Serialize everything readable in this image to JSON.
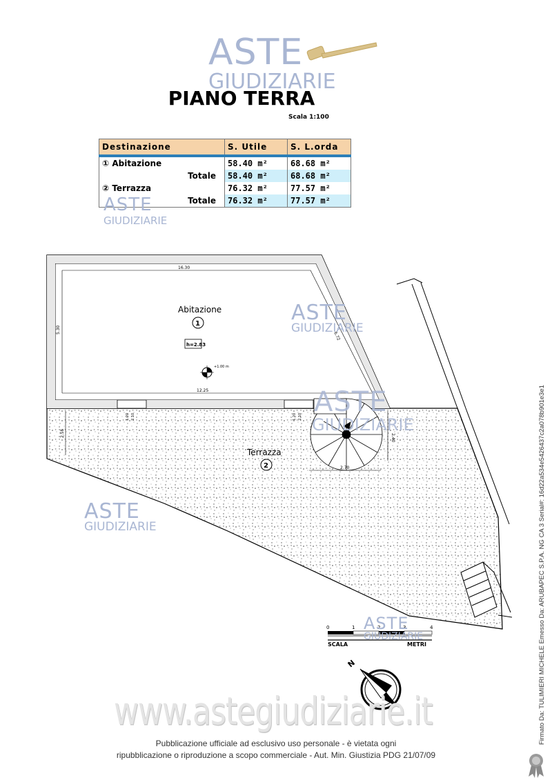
{
  "watermark": {
    "line1": "ASTE",
    "line2": "GIUDIZIARIE",
    "site": "www.astegiudiziarie.it"
  },
  "header": {
    "title": "PIANO TERRA",
    "scale": "Scala 1:100"
  },
  "areas_table": {
    "headers": [
      "Destinazione",
      "S. Utile",
      "S. L.orda"
    ],
    "rows": [
      {
        "kind": "item",
        "label": "① Abitazione",
        "utile": "58.40 m²",
        "lorda": "68.68 m²"
      },
      {
        "kind": "total",
        "label": "Totale",
        "utile": "58.40 m²",
        "lorda": "68.68 m²"
      },
      {
        "kind": "item",
        "label": "② Terrazza",
        "utile": "76.32 m²",
        "lorda": "77.57 m²"
      },
      {
        "kind": "total",
        "label": "Totale",
        "utile": "76.32 m²",
        "lorda": "77.57 m²"
      }
    ]
  },
  "plan": {
    "room1_name": "Abitazione",
    "room1_num": "1",
    "room2_name": "Terrazza",
    "room2_num": "2",
    "height": "h=2.83",
    "level": "+1.00 m",
    "dim_top": "16.30",
    "dim_bottom": "12.25",
    "dim_left": "5.30",
    "dim_diag": "6.72",
    "dim_terrace_left": "2.55",
    "dim_door1a": "1.20",
    "dim_door1b": "2.10",
    "dim_door2a": "1.20",
    "dim_door2b": "2.10",
    "dim_stair_w": "2.70",
    "dim_stair_h": "2.40"
  },
  "scalebar": {
    "ticks": [
      "0",
      "1",
      "2",
      "3",
      "4"
    ],
    "left": "SCALA",
    "right": "METRI"
  },
  "compass": {
    "label": "N"
  },
  "footer": {
    "line1": "Pubblicazione ufficiale ad esclusivo uso personale - è vietata ogni",
    "line2": "ripubblicazione o riproduzione a scopo commerciale - Aut. Min. Giustizia PDG 21/07/09"
  },
  "signature": "Firmato Da: TULIMIERI MICHELE Emesso Da: ARUBAPEC S.P.A. NG CA 3 Serial#: 16d22a534e5426437c2a078b901e3e1"
}
